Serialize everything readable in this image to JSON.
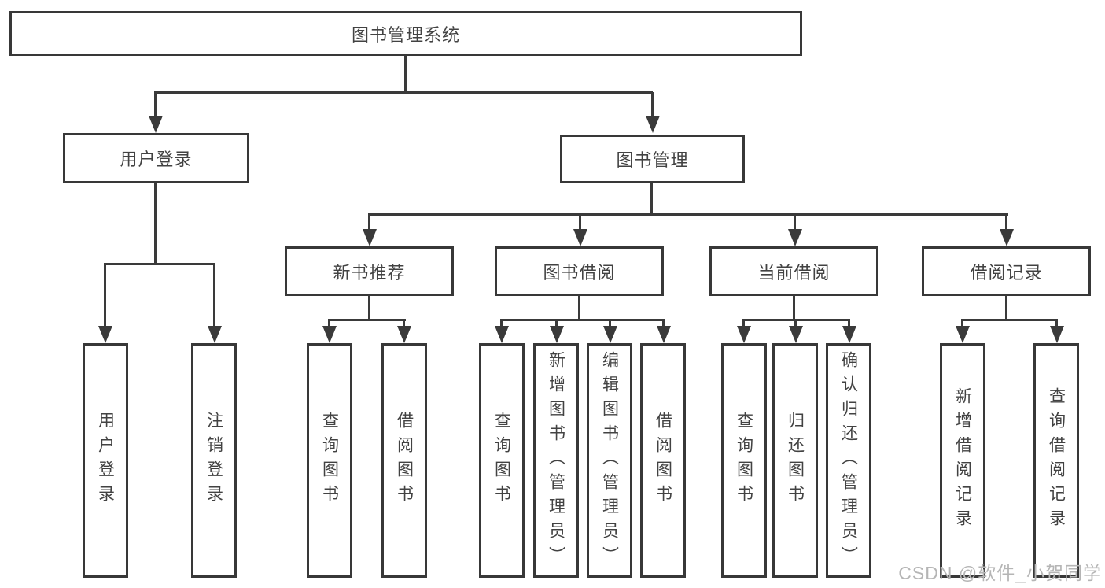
{
  "diagram": {
    "type": "hierarchy-tree",
    "colors": {
      "line": "#3a3a3a",
      "box_border": "#383838",
      "text": "#424242",
      "watermark": "#b5b5b5",
      "background": "#ffffff"
    },
    "root": {
      "label": "图书管理系统"
    },
    "branches": [
      {
        "label": "用户登录",
        "children": [
          {
            "label": "用户登录"
          },
          {
            "label": "注销登录"
          }
        ]
      },
      {
        "label": "图书管理",
        "children": [
          {
            "label": "新书推荐",
            "children": [
              {
                "label": "查询图书"
              },
              {
                "label": "借阅图书"
              }
            ]
          },
          {
            "label": "图书借阅",
            "children": [
              {
                "label": "查询图书"
              },
              {
                "label": "新增图书（管理员）"
              },
              {
                "label": "编辑图书（管理员）"
              },
              {
                "label": "借阅图书"
              }
            ]
          },
          {
            "label": "当前借阅",
            "children": [
              {
                "label": "查询图书"
              },
              {
                "label": "归还图书"
              },
              {
                "label": "确认归还（管理员）"
              }
            ]
          },
          {
            "label": "借阅记录",
            "children": [
              {
                "label": "新增借阅记录"
              },
              {
                "label": "查询借阅记录"
              }
            ]
          }
        ]
      }
    ],
    "watermark": "CSDN @软件_小贺同学"
  }
}
